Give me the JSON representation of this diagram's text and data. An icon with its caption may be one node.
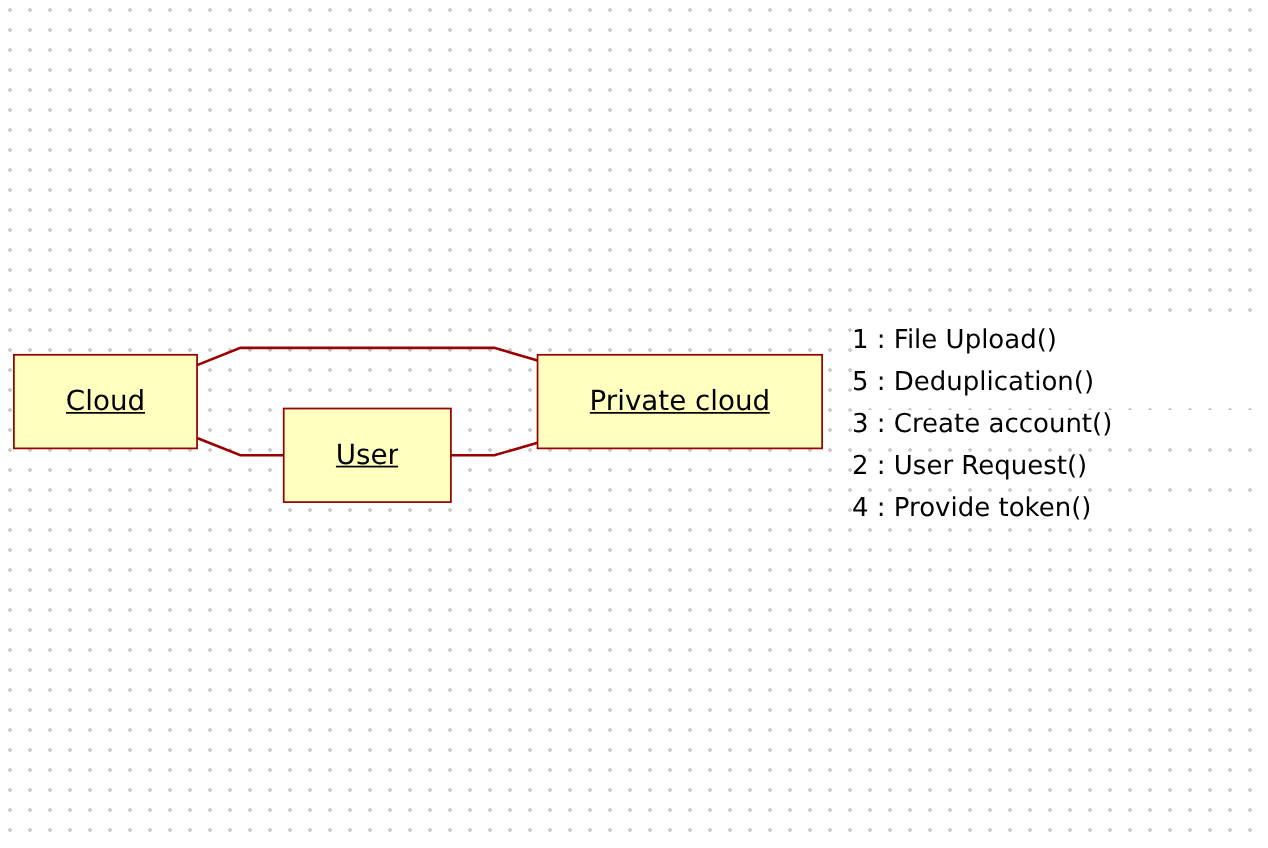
{
  "diagram": {
    "nodes": [
      {
        "text": [
          "Cloud"
        ]
      },
      {
        "text": [
          "Private cloud"
        ]
      },
      {
        "text": [
          "User"
        ]
      }
    ],
    "edges": [
      {
        "from": 0,
        "to": 1,
        "arrow": "none"
      },
      {
        "from": 0,
        "to": 2,
        "arrow": "none"
      },
      {
        "from": 2,
        "to": 1,
        "arrow": "none"
      }
    ],
    "labels": [
      "1 : File Upload()",
      "5 : Deduplication()",
      "3 : Create account()",
      "2 : User Request()",
      "4 : Provide token()"
    ]
  }
}
